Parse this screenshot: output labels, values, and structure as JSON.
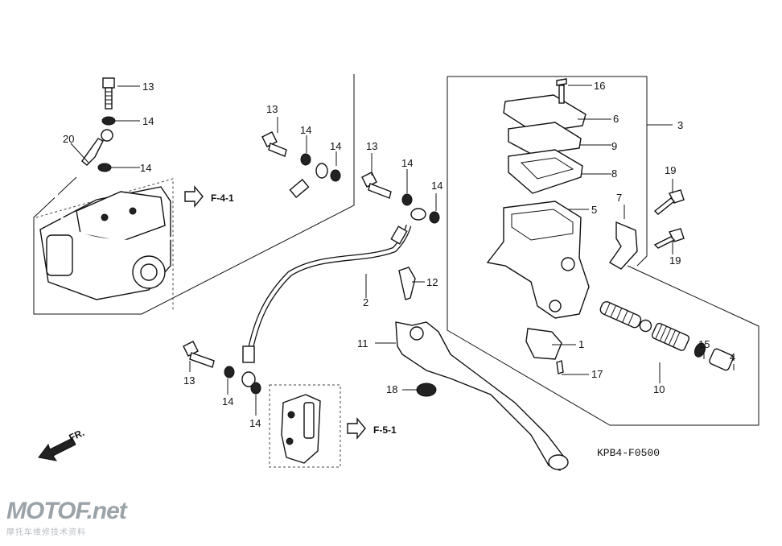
{
  "callouts": {
    "c20": "20",
    "c13a": "13",
    "c14a": "14",
    "c14b": "14",
    "c13b": "13",
    "c14c": "14",
    "c14d": "14",
    "c13c": "13",
    "c14e": "14",
    "c14f": "14",
    "c2": "2",
    "c12": "12",
    "c11": "11",
    "c18": "18",
    "c13d": "13",
    "c14g": "14",
    "c14h": "14",
    "c16": "16",
    "c6": "6",
    "c9": "9",
    "c8": "8",
    "c3": "3",
    "c7": "7",
    "c5": "5",
    "c19a": "19",
    "c19b": "19",
    "c1": "1",
    "c17": "17",
    "c15": "15",
    "c4": "4",
    "c10": "10"
  },
  "refs": {
    "top": "F-4-1",
    "bottom": "F-5-1"
  },
  "fr": "FR.",
  "diagram_code": "KPB4-F0500",
  "watermark": {
    "brand": "MOTOF.net",
    "sub": "摩托车维修技术资料"
  }
}
